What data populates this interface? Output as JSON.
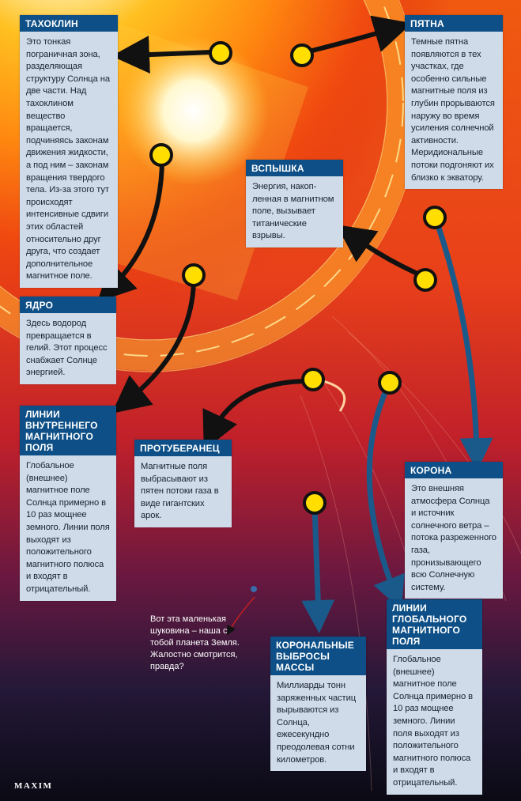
{
  "boxes": {
    "tachocline": {
      "title": "ТАХОКЛИН",
      "text": "Это тонкая пограничная зона, разделяющая структуру Солнца на две части. Над тахоклином вещество вращается, подчиняясь законам движения жидкости, а под ним – законам вращения твердого тела. Из-за этого тут происходят интенсивные сдвиги этих областей относительно друг друга, что создает дополнительное магнитное поле."
    },
    "spots": {
      "title": "ПЯТНА",
      "text": "Темные пятна появляются в тех участках, где особенно сильные магнитные поля из глубин прорываются наружу во время усиления солнечной активности. Меридиональные потоки подгоняют их близко к экватору."
    },
    "flare": {
      "title": "ВСПЫШКА",
      "text": "Энергия, накоп-ленная в магнитном поле, вызывает титанические взрывы."
    },
    "core": {
      "title": "ЯДРО",
      "text": "Здесь водород превращается в гелий. Этот процесс снабжает Солнце энергией."
    },
    "inner_field": {
      "title": "ЛИНИИ ВНУТРЕННЕГО МАГНИТНОГО ПОЛЯ",
      "text": "Глобальное (внешнее) магнитное поле Солнца примерно в 10 раз мощнее земного. Линии поля выходят из положительного магнитного полюса и входят в отрицательный."
    },
    "prominence": {
      "title": "ПРОТУБЕРАНЕЦ",
      "text": "Магнитные поля выбрасывают из пятен потоки газа в виде гигантских арок."
    },
    "corona": {
      "title": "КОРОНА",
      "text": "Это внешняя атмосфера Солнца и источник солнечного ветра – потока разреженного газа, пронизывающего всю Солнечную систему."
    },
    "cme": {
      "title": "КОРОНАЛЬНЫЕ ВЫБРОСЫ МАССЫ",
      "text": "Миллиарды тонн заряженных частиц вырываются из Солнца, ежесекундно преодолевая сотни километров."
    },
    "global_field": {
      "title": "ЛИНИИ ГЛОБАЛЬНОГО МАГНИТНОГО ПОЛЯ",
      "text": "Глобальное (внешнее) магнитное поле Солнца примерно в 10 раз мощнее земного. Линии поля выходят из положительного магнитного полюса и входят в отрицательный."
    }
  },
  "earth_note": "Вот эта маленькая шуковина – наша с тобой планета Земля. Жалостно смотрится, правда?",
  "logo": "MAXIM",
  "colors": {
    "box_header": "#0d4f86",
    "box_body": "#cfdbe8",
    "marker": "#ffde00",
    "arrow_dark": "#111111",
    "arrow_blue": "#1a5a8a"
  }
}
